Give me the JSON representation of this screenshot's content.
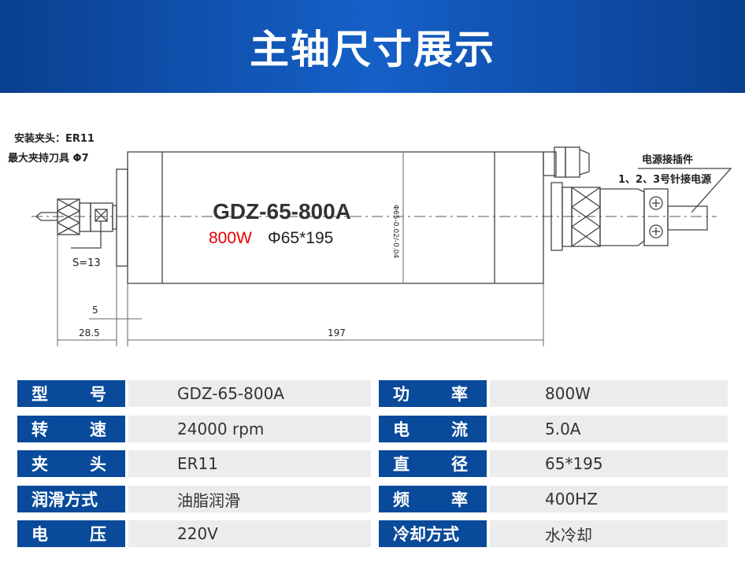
{
  "header": {
    "title": "主轴尺寸展示"
  },
  "drawing": {
    "collet_note": "安装夹头：ER11",
    "max_tool_note": "最大夹持刀具 Φ7",
    "model": "GDZ-65-800A",
    "power": "800W",
    "size": "Φ65*195",
    "diameter_tol": "Φ65-0.02/-0.04",
    "wrench": "S=13",
    "dim_5": "5",
    "dim_28_5": "28.5",
    "dim_197": "197",
    "connector_note": "电源接插件",
    "pin_note": "1、2、3号针接电源"
  },
  "specs": {
    "left": [
      {
        "label_a": "型",
        "label_b": "号",
        "value": "GDZ-65-800A"
      },
      {
        "label_a": "转",
        "label_b": "速",
        "value": "24000 rpm"
      },
      {
        "label_a": "夹",
        "label_b": "头",
        "value": "ER11"
      },
      {
        "label_full": "润滑方式",
        "value": "油脂润滑"
      },
      {
        "label_a": "电",
        "label_b": "压",
        "value": "220V"
      }
    ],
    "right": [
      {
        "label_a": "功",
        "label_b": "率",
        "value": "800W"
      },
      {
        "label_a": "电",
        "label_b": "流",
        "value": "5.0A"
      },
      {
        "label_a": "直",
        "label_b": "径",
        "value": "65*195"
      },
      {
        "label_a": "频",
        "label_b": "率",
        "value": "400HZ"
      },
      {
        "label_full": "冷却方式",
        "value": "水冷却"
      }
    ]
  },
  "colors": {
    "label_bg": "#0a4a9a",
    "value_bg": "#ececec",
    "accent_red": "#e60000"
  }
}
